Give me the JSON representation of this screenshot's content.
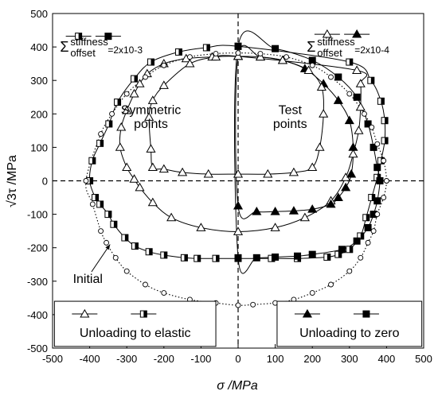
{
  "chart_data": {
    "type": "scatter",
    "xlabel": "σ /MPa",
    "ylabel": "√3τ /MPa",
    "xlim": [
      -500,
      500
    ],
    "ylim": [
      -500,
      500
    ],
    "xticks": [
      -500,
      -400,
      -300,
      -200,
      -100,
      0,
      100,
      200,
      300,
      400,
      500
    ],
    "yticks": [
      -500,
      -400,
      -300,
      -200,
      -100,
      0,
      100,
      200,
      300,
      400,
      500
    ],
    "grid": false,
    "dashed_axes_at_zero": true,
    "annotations": [
      {
        "text": "Symmetric",
        "x": -235,
        "y": 200
      },
      {
        "text": "points",
        "x": -235,
        "y": 158
      },
      {
        "text": "Test",
        "x": 140,
        "y": 200
      },
      {
        "text": "points",
        "x": 140,
        "y": 158
      },
      {
        "text": "Initial",
        "x": -405,
        "y": -305
      },
      {
        "text_main": "Σ",
        "text_sup": "stiffness",
        "text_sub": "offset",
        "text_value": "=2x10-3",
        "x": -480,
        "y": 400
      },
      {
        "text_main": "Σ",
        "text_sup": "stiffness",
        "text_sub": "offset",
        "text_value": "=2x10-4",
        "x": 185,
        "y": 400
      }
    ],
    "legend_boxes": [
      {
        "position": "bottom-left",
        "text": "Unloading to elastic"
      },
      {
        "position": "bottom-right",
        "text": "Unloading to zero"
      }
    ],
    "series": [
      {
        "group": "2x10-3",
        "marker": "half-square",
        "color": "#000000",
        "x": [
          300,
          358,
          385,
          395,
          395,
          385,
          375,
          360,
          345,
          330,
          300,
          270,
          240,
          160,
          90,
          0,
          -60,
          -110,
          -145,
          -200,
          -240,
          -278,
          -305,
          -335,
          -350,
          -372,
          -385,
          -400,
          -393,
          -372,
          -348,
          -325,
          -280,
          -235,
          -160,
          -85,
          0
        ],
        "y": [
          355,
          300,
          238,
          180,
          120,
          60,
          10,
          -50,
          -110,
          -165,
          -205,
          -220,
          -228,
          -232,
          -232,
          -232,
          -232,
          -232,
          -230,
          -222,
          -212,
          -195,
          -170,
          -130,
          -100,
          -70,
          -50,
          0,
          60,
          112,
          170,
          235,
          305,
          355,
          385,
          398,
          402
        ]
      },
      {
        "group": "2x10-3",
        "marker": "triangle",
        "color": "#000000",
        "x": [
          320,
          330,
          330,
          325,
          310,
          290,
          250,
          180,
          100,
          0,
          -100,
          -180,
          -230,
          -265,
          -280,
          -300,
          -318,
          -315,
          -300,
          -280,
          -265,
          -245,
          -200,
          -140,
          -70,
          0
        ],
        "y": [
          330,
          290,
          220,
          150,
          80,
          10,
          -60,
          -110,
          -140,
          -152,
          -140,
          -110,
          -65,
          -20,
          5,
          40,
          100,
          160,
          210,
          260,
          290,
          320,
          350,
          365,
          370,
          372
        ]
      },
      {
        "group": "2x10-4",
        "marker": "triangle-filled",
        "color": "#000000",
        "x": [
          0,
          60,
          120,
          180,
          230,
          270,
          300,
          310,
          305,
          290,
          270,
          250,
          200,
          150,
          100,
          50,
          0
        ],
        "y": [
          372,
          370,
          360,
          335,
          290,
          240,
          180,
          100,
          20,
          -20,
          -50,
          -70,
          -85,
          -90,
          -92,
          -92,
          -75
        ]
      },
      {
        "group": "2x10-4",
        "marker": "square-filled",
        "color": "#000000",
        "x": [
          0,
          100,
          200,
          270,
          320,
          350,
          365,
          375,
          382,
          375,
          365,
          350,
          320,
          280,
          200,
          160,
          100,
          50,
          0
        ],
        "y": [
          402,
          395,
          360,
          310,
          250,
          170,
          100,
          40,
          0,
          -60,
          -100,
          -140,
          -180,
          -205,
          -220,
          -225,
          -228,
          -230,
          -230
        ]
      },
      {
        "group": "inner",
        "marker": "triangle",
        "color": "#000000",
        "x": [
          -230,
          -235,
          -240,
          -230,
          -200,
          -130,
          -60,
          0,
          60,
          120,
          190,
          225,
          230,
          220,
          200,
          150,
          80,
          0,
          -80,
          -150,
          -200
        ],
        "y": [
          40,
          95,
          190,
          240,
          285,
          350,
          370,
          372,
          370,
          360,
          330,
          280,
          200,
          100,
          40,
          25,
          20,
          20,
          20,
          25,
          35
        ]
      },
      {
        "group": "initial",
        "marker": "circle",
        "color": "#000000",
        "line": "dotted",
        "x": [
          -410,
          -392,
          -370,
          -355,
          -330,
          -300,
          -250,
          -200,
          -130,
          -60,
          0,
          40,
          100,
          150,
          200,
          250,
          300,
          330,
          350,
          365,
          375,
          392,
          400,
          392,
          375,
          360,
          340,
          300,
          250,
          200,
          130,
          60,
          0,
          -60,
          -130,
          -200,
          -250,
          -300,
          -340,
          -370
        ],
        "y": [
          0,
          -70,
          -150,
          -185,
          -230,
          -270,
          -310,
          -335,
          -355,
          -365,
          -372,
          -370,
          -365,
          -355,
          -335,
          -310,
          -270,
          -230,
          -185,
          -150,
          -100,
          -50,
          0,
          60,
          110,
          160,
          200,
          260,
          310,
          345,
          370,
          380,
          382,
          380,
          370,
          345,
          310,
          260,
          200,
          140
        ]
      }
    ]
  }
}
